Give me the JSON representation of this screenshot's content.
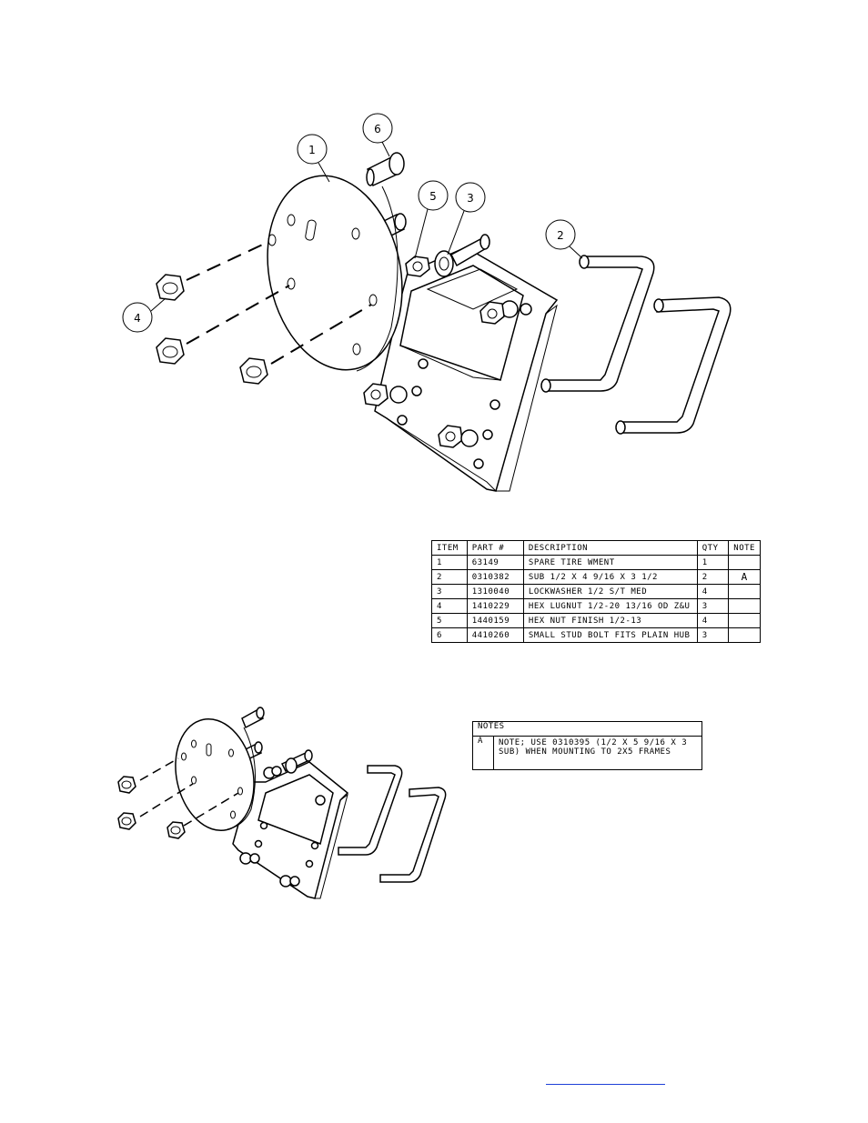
{
  "callouts": [
    {
      "id": "1",
      "label": "1"
    },
    {
      "id": "2",
      "label": "2"
    },
    {
      "id": "3",
      "label": "3"
    },
    {
      "id": "4",
      "label": "4"
    },
    {
      "id": "5",
      "label": "5"
    },
    {
      "id": "6",
      "label": "6"
    }
  ],
  "bom": {
    "headers": [
      "ITEM",
      "PART #",
      "DESCRIPTION",
      "QTY",
      "NOTE"
    ],
    "rows": [
      {
        "item": "1",
        "part": "63149",
        "description": "SPARE TIRE WMENT",
        "qty": "1",
        "note": ""
      },
      {
        "item": "2",
        "part": "0310382",
        "description": "SUB 1/2 X 4 9/16 X 3 1/2",
        "qty": "2",
        "note": "A"
      },
      {
        "item": "3",
        "part": "1310040",
        "description": "LOCKWASHER 1/2 S/T MED",
        "qty": "4",
        "note": ""
      },
      {
        "item": "4",
        "part": "1410229",
        "description": "HEX LUGNUT 1/2-20 13/16 OD Z&U",
        "qty": "3",
        "note": ""
      },
      {
        "item": "5",
        "part": "1440159",
        "description": "HEX NUT FINISH 1/2-13",
        "qty": "4",
        "note": ""
      },
      {
        "item": "6",
        "part": "4410260",
        "description": "SMALL STUD BOLT FITS PLAIN HUB",
        "qty": "3",
        "note": ""
      }
    ]
  },
  "notes": {
    "header": "NOTES",
    "rows": [
      {
        "key": "A",
        "text": "NOTE; USE 0310395 (1/2 X 5 9/16 X 3\nSUB) WHEN MOUNTING TO 2X5 FRAMES"
      }
    ]
  },
  "colors": {
    "line": "#000000",
    "link": "#1d3fd8"
  }
}
